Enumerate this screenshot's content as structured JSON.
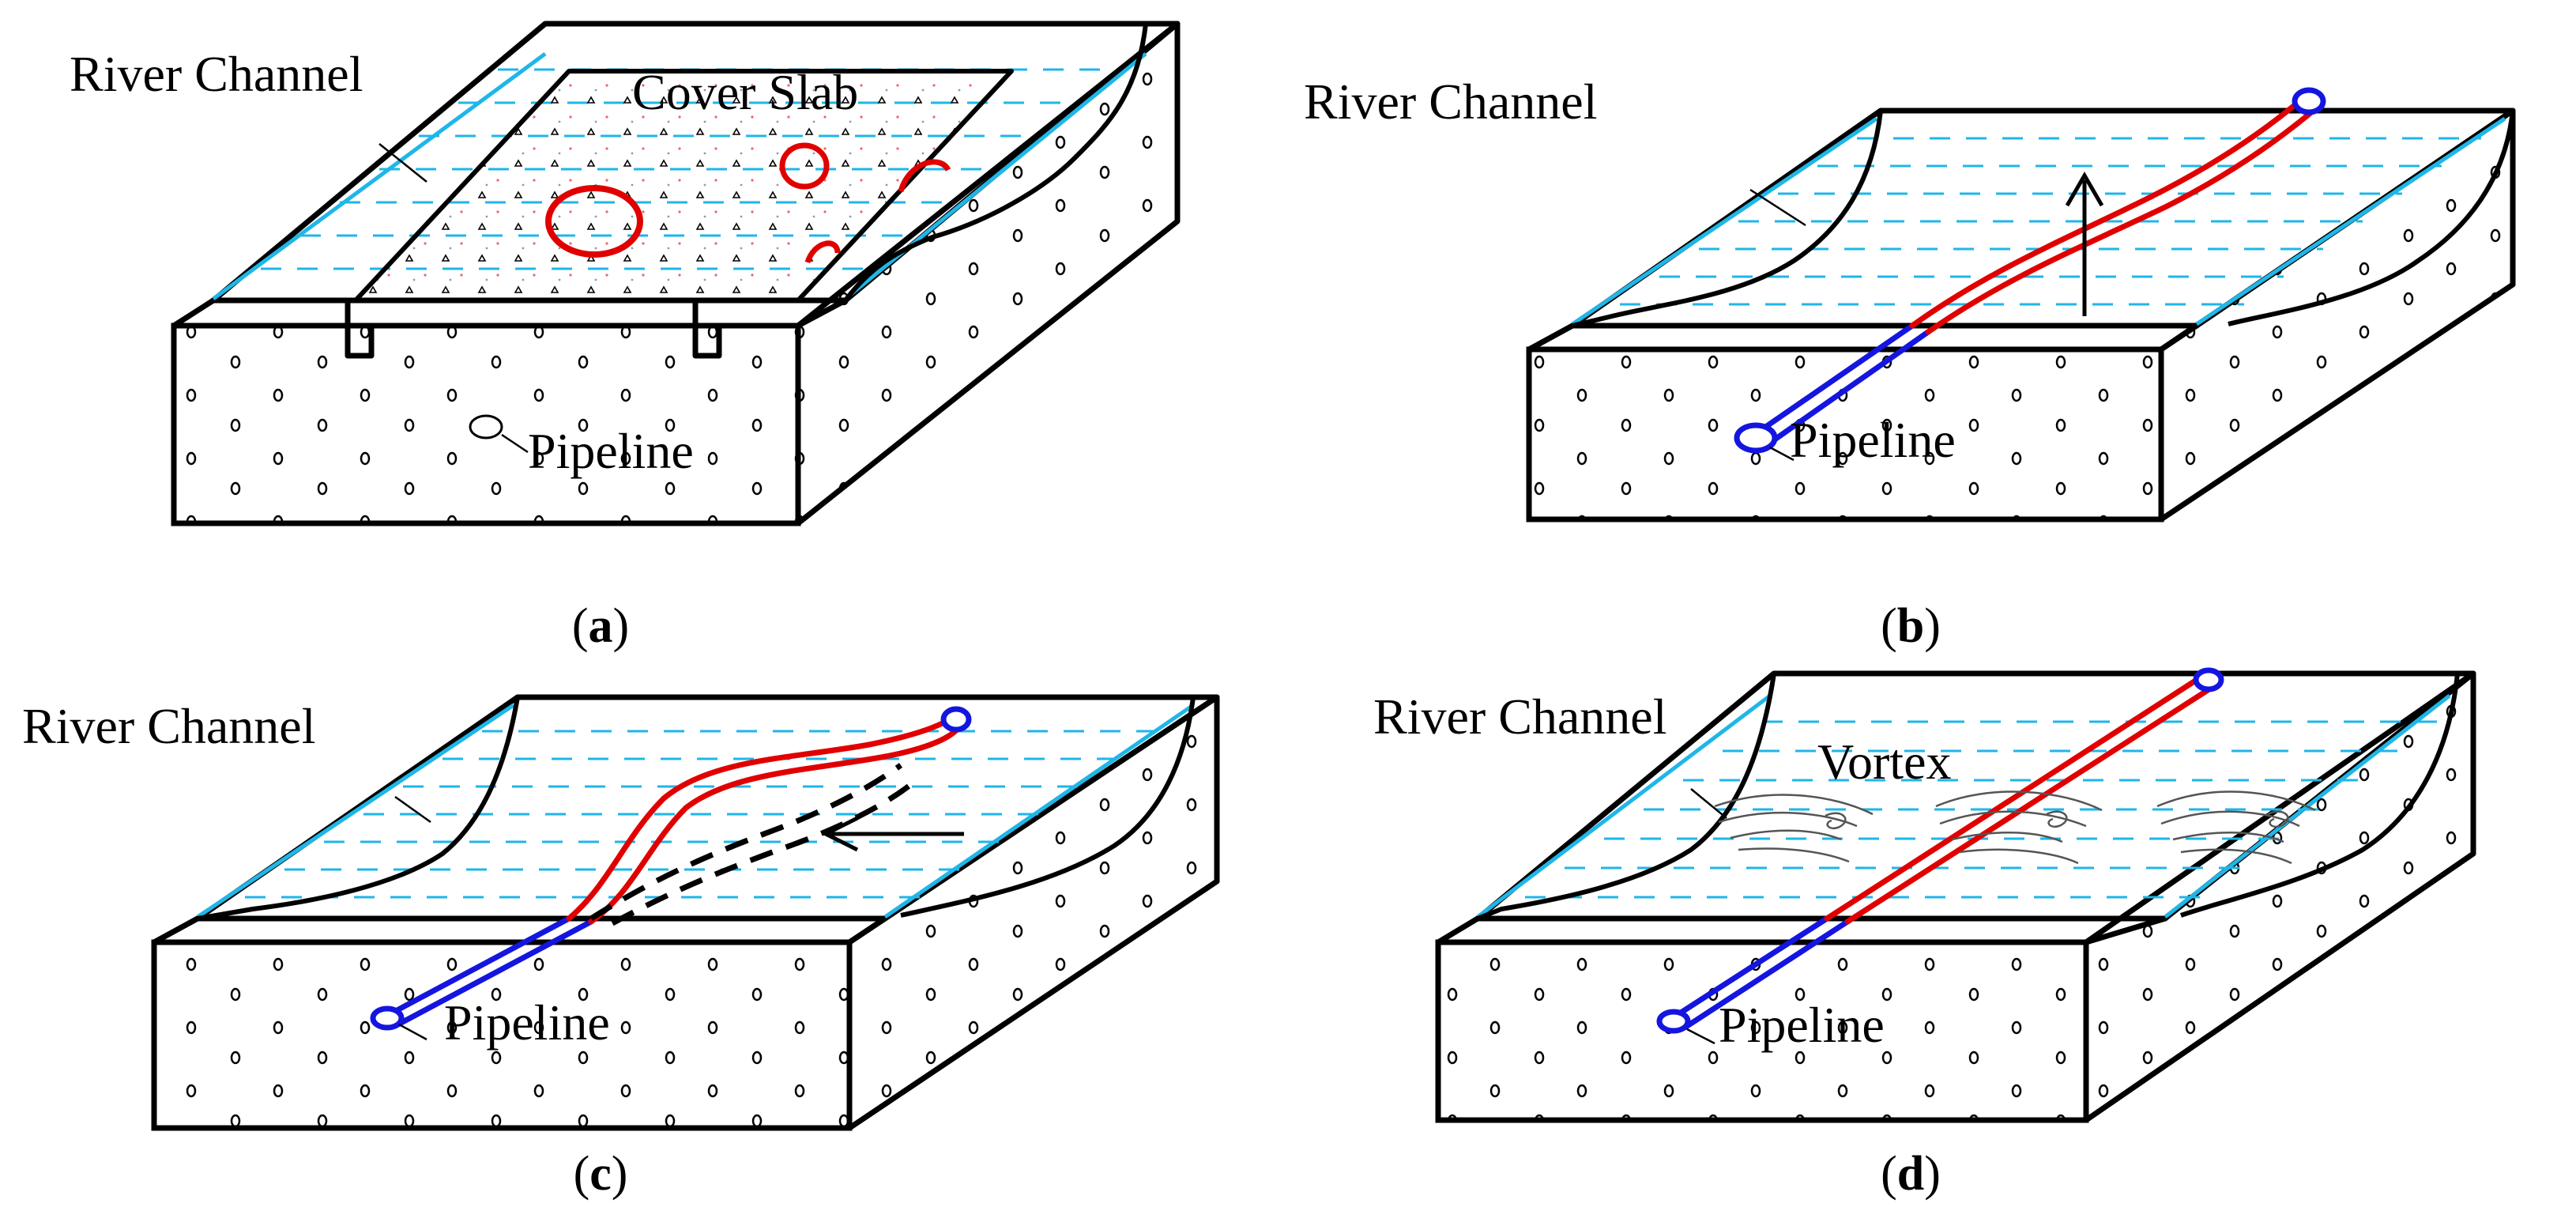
{
  "figure": {
    "panels": [
      {
        "id": "a",
        "caption_open": "(",
        "caption_letter": "a",
        "caption_close": ")",
        "labels": {
          "river": "River Channel",
          "cover": "Cover Slab",
          "pipe": "Pipeline"
        }
      },
      {
        "id": "b",
        "caption_open": "(",
        "caption_letter": "b",
        "caption_close": ")",
        "labels": {
          "river": "River Channel",
          "pipe": "Pipeline"
        }
      },
      {
        "id": "c",
        "caption_open": "(",
        "caption_letter": "c",
        "caption_close": ")",
        "labels": {
          "river": "River Channel",
          "pipe": "Pipeline"
        }
      },
      {
        "id": "d",
        "caption_open": "(",
        "caption_letter": "d",
        "caption_close": ")",
        "labels": {
          "river": "River Channel",
          "vortex": "Vortex",
          "pipe": "Pipeline"
        }
      }
    ],
    "colors": {
      "water_lines": "#1fb6e8",
      "damaged_pipe": "#e10000",
      "buried_pipe": "#1515e0",
      "outline": "#000000"
    }
  }
}
